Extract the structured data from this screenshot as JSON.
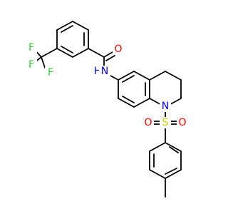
{
  "molecule": {
    "colors": {
      "bond": "#000000",
      "O": "#ff0000",
      "N": "#0000ff",
      "S": "#cccc00",
      "F": "#33cc33",
      "H": "#0000ff"
    },
    "labels": {
      "F1": "F",
      "F2": "F",
      "F3": "F",
      "O_amide": "O",
      "NH": "N",
      "H": "H",
      "N_ring": "N",
      "S": "S",
      "O_s1": "O",
      "O_s2": "O"
    }
  }
}
